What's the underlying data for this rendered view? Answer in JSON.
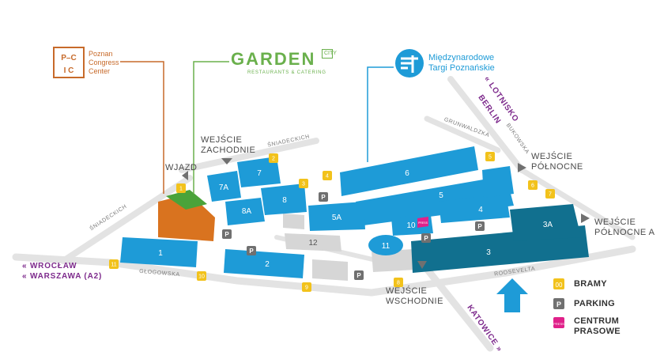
{
  "logos": {
    "pcc": {
      "line1": "Poznan",
      "line2": "Congress",
      "line3": "Center",
      "mark": "P–C I C",
      "color": "#c76a2a"
    },
    "garden": {
      "name": "GARDEN",
      "city": "CITY",
      "sub": "RESTAURANTS & CATERING",
      "color": "#6ab04c"
    },
    "mtp": {
      "line1": "Międzynarodowe",
      "line2": "Targi Poznańskie",
      "color": "#1e9bd7"
    }
  },
  "entrances": {
    "wjazd": "WJAZD",
    "zachodnie": [
      "WEJŚCIE",
      "ZACHODNIE"
    ],
    "polnocne": [
      "WEJŚCIE",
      "PÓŁNOCNE"
    ],
    "polnocne_a": [
      "WEJŚCIE",
      "PÓŁNOCNE A"
    ],
    "wschodnie": [
      "WEJŚCIE",
      "WSCHODNIE"
    ]
  },
  "streets": {
    "sniadeckich_top": "ŚNIADECKICH",
    "sniadeckich_left": "ŚNIADECKICH",
    "grunwaldzka": "GRUNWALDZKA",
    "bukowska": "BUKOWSKA",
    "glogowska": "GŁOGOWSKA",
    "roosevelta": "ROOSEVELTA"
  },
  "directions": {
    "lotnisko": "« LOTNISKO",
    "berlin": "BERLIN",
    "wroclaw": "« WROCŁAW",
    "warszawa": "« WARSZAWA (A2)",
    "katowice": "KATOWICE »"
  },
  "halls": [
    {
      "id": "1"
    },
    {
      "id": "2"
    },
    {
      "id": "3"
    },
    {
      "id": "3A"
    },
    {
      "id": "4"
    },
    {
      "id": "5"
    },
    {
      "id": "5A"
    },
    {
      "id": "6"
    },
    {
      "id": "7"
    },
    {
      "id": "7A"
    },
    {
      "id": "8"
    },
    {
      "id": "8A"
    },
    {
      "id": "10"
    },
    {
      "id": "11"
    },
    {
      "id": "12"
    }
  ],
  "gates": [
    "1",
    "2",
    "3",
    "4",
    "5",
    "6",
    "7",
    "8",
    "9",
    "10",
    "11"
  ],
  "parking_symbol": "P",
  "press_symbol": "PRESS",
  "legend": {
    "gate_sample": "00",
    "gates_label": "BRAMY",
    "parking_label": "PARKING",
    "press_label": [
      "CENTRUM",
      "PRASOWE"
    ]
  },
  "colors": {
    "hall": "#1e9bd7",
    "hall_dark": "#11708f",
    "pcc": "#d9731f",
    "garden_roof": "#4aa33a",
    "gate": "#f2c21b",
    "parking": "#707070",
    "press": "#e0218a",
    "street": "#e3e3e3",
    "direction": "#7d2a8c",
    "arrow": "#1e9bd7"
  }
}
